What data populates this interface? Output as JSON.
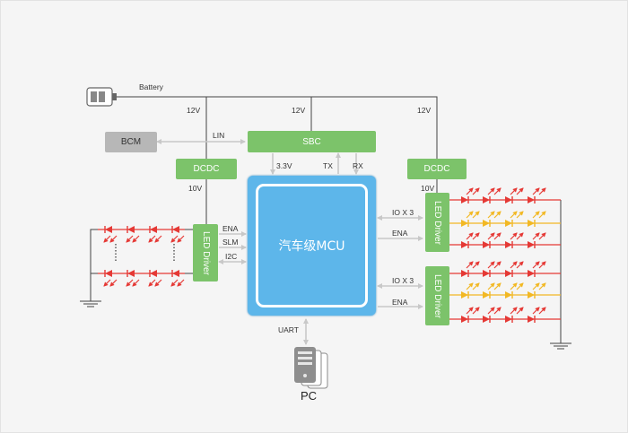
{
  "battery_label": "Battery",
  "rails": {
    "v12_left": "12V",
    "v12_mid": "12V",
    "v12_right": "12V",
    "v10_left": "10V",
    "v10_right": "10V"
  },
  "blocks": {
    "bcm": "BCM",
    "sbc": "SBC",
    "dcdc_left": "DCDC",
    "dcdc_right": "DCDC",
    "mcu": "汽车级MCU",
    "led_driver_left": "LED Driver",
    "led_driver_right_top": "LED Driver",
    "led_driver_right_bottom": "LED Driver"
  },
  "signals": {
    "lin": "LIN",
    "v33": "3.3V",
    "tx": "TX",
    "rx": "RX",
    "ena_left": "ENA",
    "slm": "SLM",
    "i2c": "I2C",
    "io_top": "IO X 3",
    "ena_right_top": "ENA",
    "io_bottom": "IO X 3",
    "ena_right_bottom": "ENA",
    "uart": "UART"
  },
  "pc_label": "PC",
  "colors": {
    "green": "#7cc36a",
    "mcu_blue": "#5db6ea",
    "grey": "#b7b7b7",
    "led_red": "#e53935",
    "led_yellow": "#f2b824",
    "arrow": "#c8c8c8",
    "wire": "#444444"
  }
}
